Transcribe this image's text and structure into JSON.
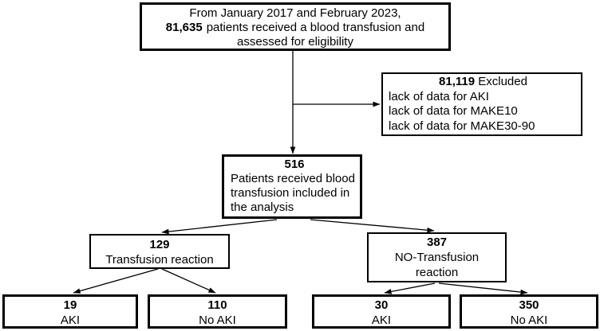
{
  "colors": {
    "border": "#000000",
    "line": "#000000",
    "background": "#ffffff",
    "text": "#000000"
  },
  "boxes": {
    "eligibility": {
      "line1": "From January 2017 and February 2023,",
      "count": "81,635",
      "line2": "patients received a blood transfusion and",
      "line3": "assessed for eligibility"
    },
    "excluded": {
      "count": "81,119",
      "label": "Excluded",
      "reasons": [
        "lack of data for AKI",
        "lack of data for MAKE10",
        "lack of data for MAKE30-90"
      ]
    },
    "included": {
      "count": "516",
      "lines": [
        "Patients received blood",
        "transfusion included in",
        "the analysis"
      ]
    },
    "transfusion_reaction": {
      "count": "129",
      "label": "Transfusion reaction"
    },
    "no_transfusion_reaction": {
      "count": "387",
      "lines": [
        "NO-Transfusion",
        "reaction"
      ]
    },
    "tr_aki": {
      "count": "19",
      "label": "AKI"
    },
    "tr_no_aki": {
      "count": "110",
      "label": "No AKI"
    },
    "ntr_aki": {
      "count": "30",
      "label": "AKI"
    },
    "ntr_no_aki": {
      "count": "350",
      "label": "No AKI"
    }
  }
}
